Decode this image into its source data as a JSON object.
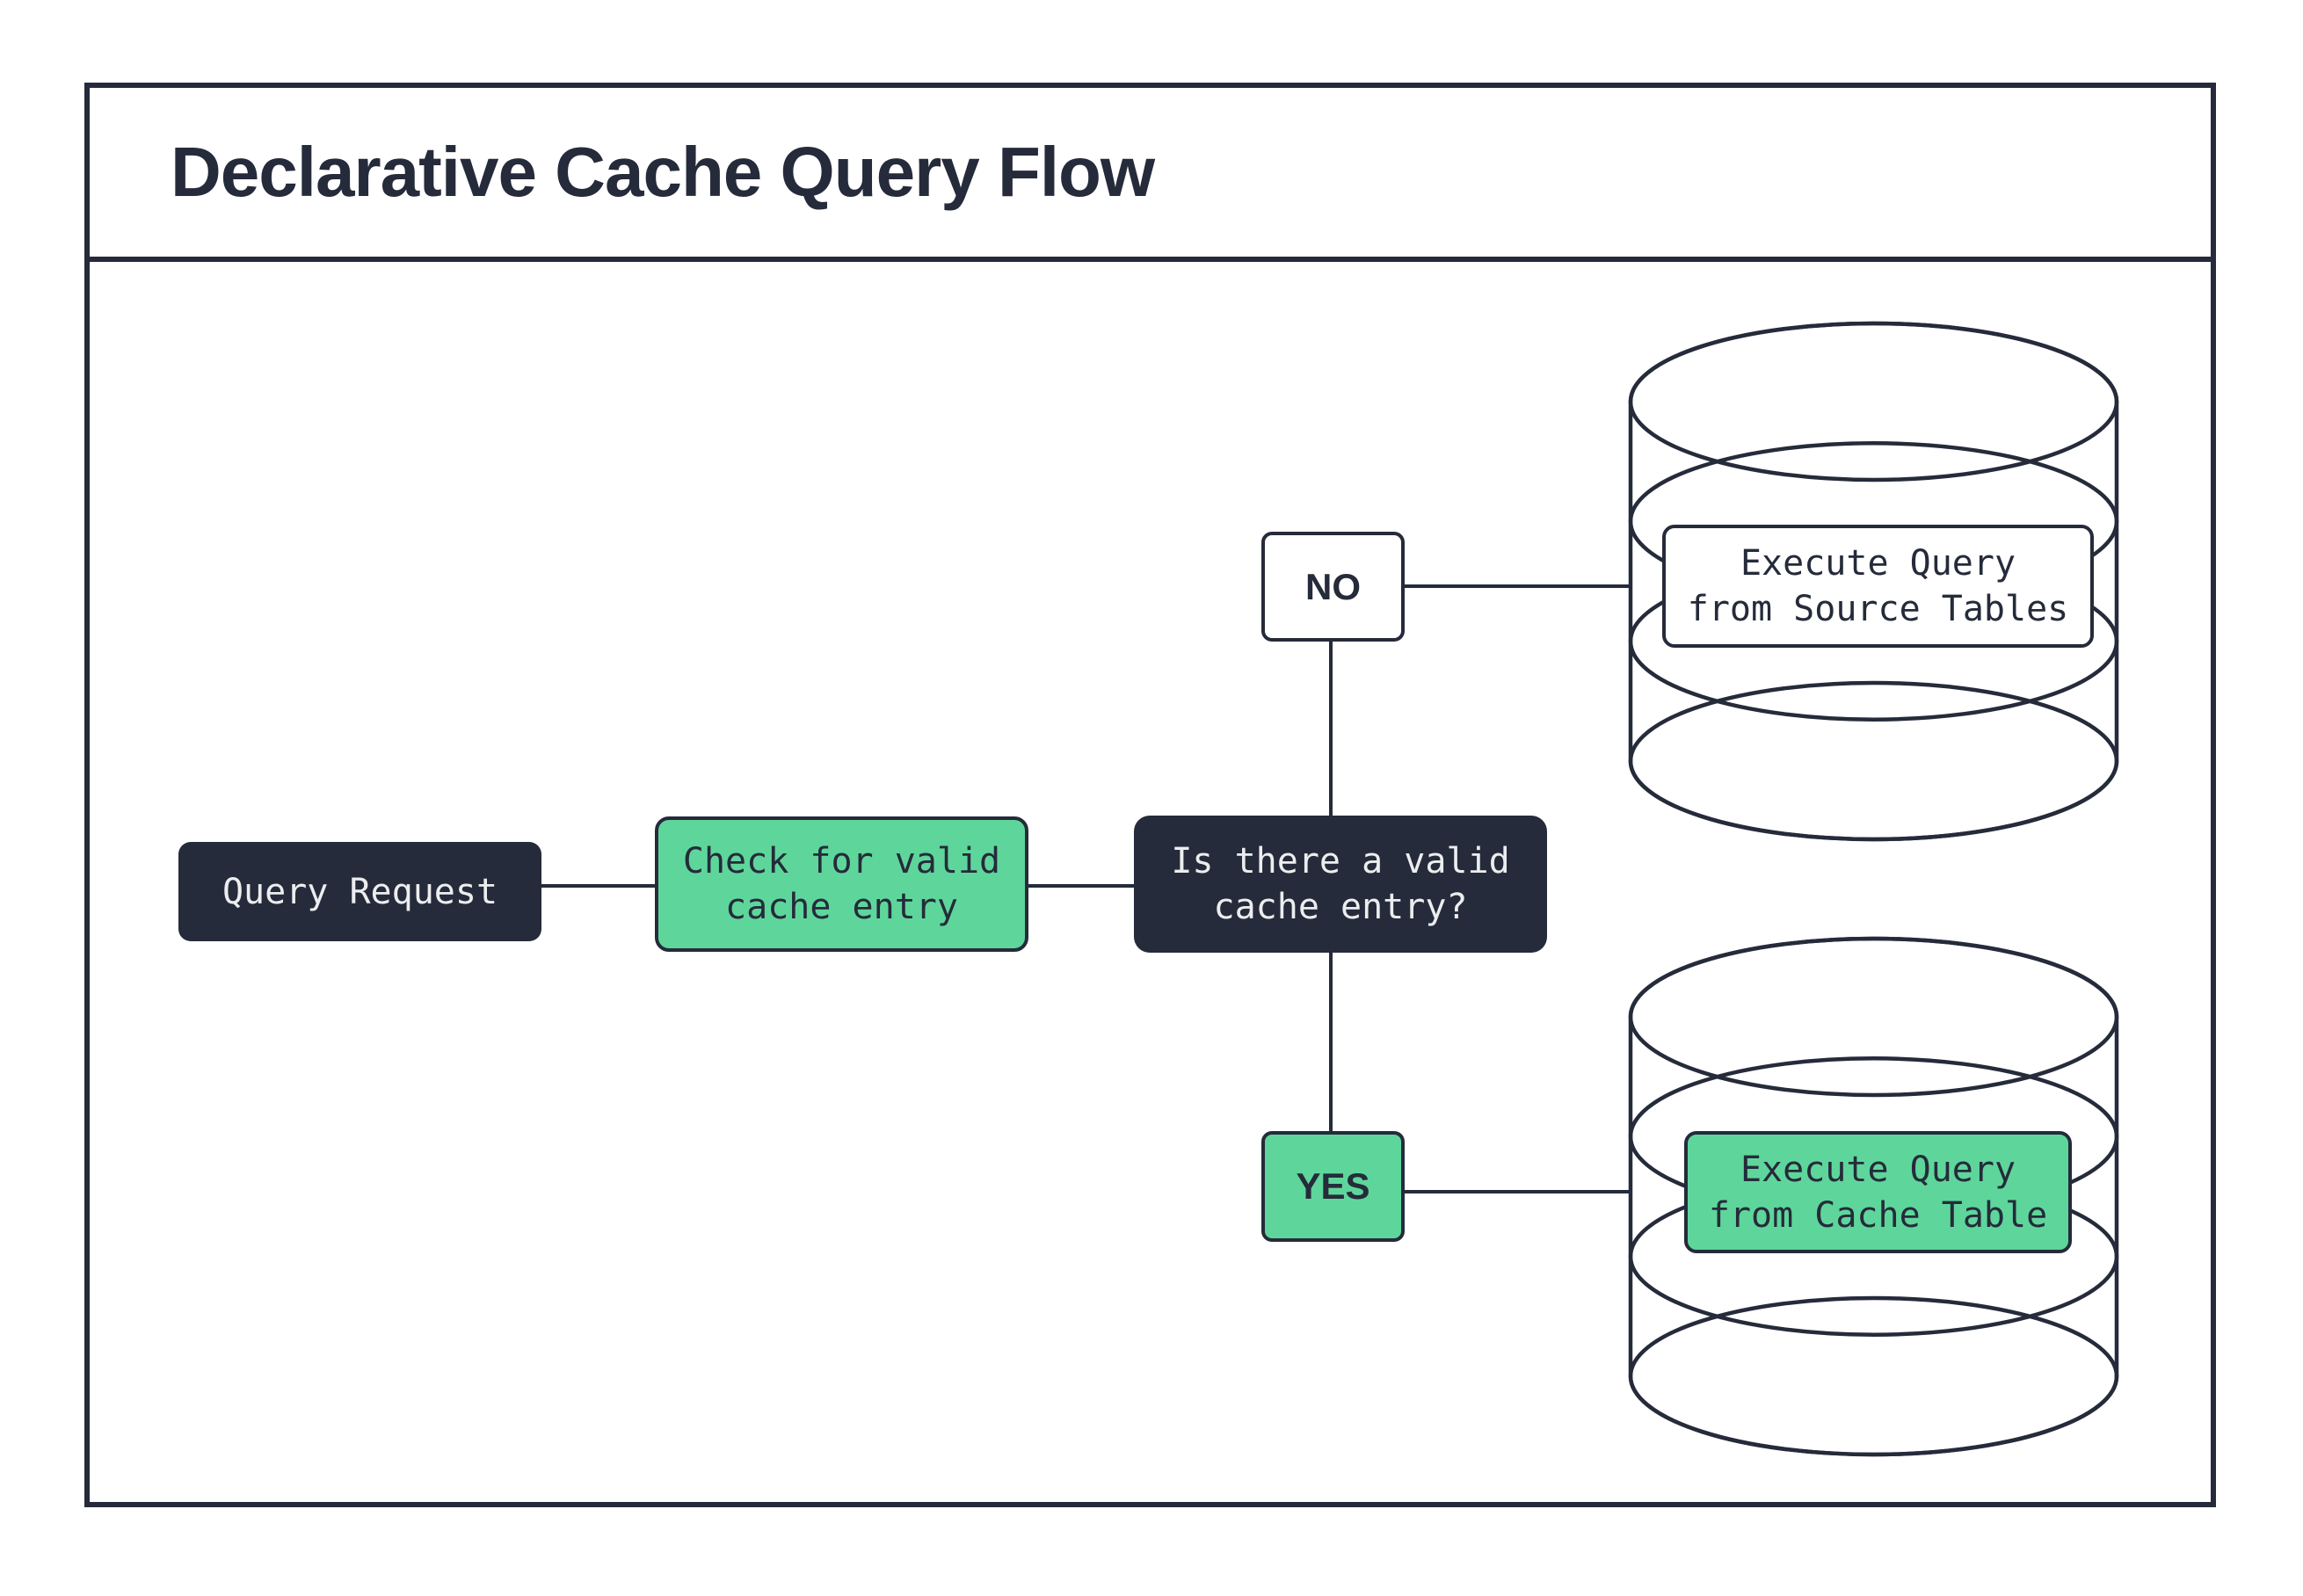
{
  "title": "Declarative Cache Query Flow",
  "colors": {
    "ink": "#252B3A",
    "green": "#5ED69B",
    "paper": "#FFFFFF",
    "text_on_dark": "#ECEDEF"
  },
  "flow": {
    "query_request": {
      "label": "Query Request"
    },
    "check_cache": {
      "label": "Check for valid\ncache entry"
    },
    "decision": {
      "label": "Is there a valid\ncache entry?"
    },
    "edge_no": {
      "label": "NO"
    },
    "edge_yes": {
      "label": "YES"
    },
    "source_db": {
      "label": "Execute Query\nfrom Source Tables",
      "icon": "database-cylinder-icon"
    },
    "cache_db": {
      "label": "Execute Query\nfrom Cache Table",
      "icon": "database-cylinder-icon"
    }
  }
}
